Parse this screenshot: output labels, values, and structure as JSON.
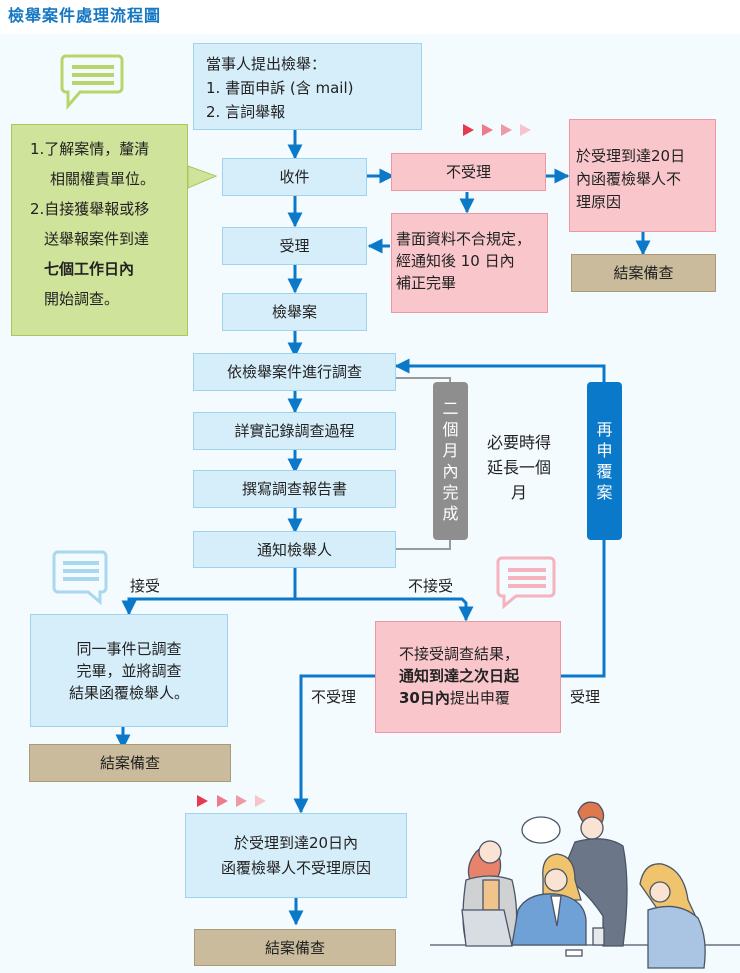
{
  "title": "檢舉案件處理流程圖",
  "colors": {
    "accent_blue": "#1678c2",
    "arrow_blue": "#0b79c9",
    "box_blue": "#d6eefa",
    "box_pink": "#f8c6cb",
    "box_tan": "#c9bb9b",
    "box_green": "#cfe39a",
    "box_gray": "#8e8e8e"
  },
  "nodes": {
    "submit": {
      "line1": "當事人提出檢舉：",
      "line2": "1. 書面申訴 (含 mail)",
      "line3": "2. 言詞舉報"
    },
    "receive": "收件",
    "accept": "受理",
    "case": "檢舉案",
    "investigate": "依檢舉案件進行調查",
    "record": "詳實記錄調查過程",
    "report": "撰寫調查報告書",
    "notify": "通知檢舉人",
    "reject": "不受理",
    "supplement": "書面資料不合規定，\n經通知後 10 日內\n補正完畢",
    "reject_reply": "於受理到達20日\n內函覆檢舉人不\n理原因",
    "close_top": "結案備查",
    "same_case": "同一事件已調查\n完畢，並將調查\n結果函覆檢舉人。",
    "close_left": "結案備查",
    "appeal": {
      "line1": "不接受調查結果，",
      "line2_bold": "通知到達之次日起",
      "line3_bold": "30日內",
      "line3_rest": "提出申覆"
    },
    "reject_reply_bottom": "於受理到達20日內\n函覆檢舉人不受理原因",
    "close_bottom": "結案備查"
  },
  "side_note": {
    "line1": "1.了解案情，釐清",
    "line2": "相關權責單位。",
    "line3": "2.自接獲舉報或移",
    "line4": "送舉報案件到達",
    "line5_bold": "七個工作日內",
    "line6": "開始調查。"
  },
  "vertical_labels": {
    "two_months": [
      "二",
      "個",
      "月",
      "內",
      "完",
      "成"
    ],
    "reappeal": [
      "再",
      "申",
      "覆",
      "案"
    ]
  },
  "labels": {
    "extend": "必要時得\n延長一個\n月",
    "accept_result": "接受",
    "not_accept_result": "不接受",
    "not_accepted": "不受理",
    "accepted": "受理"
  },
  "icons": {
    "speech_green": "speech-bubble-icon",
    "speech_blue": "speech-bubble-icon",
    "speech_pink": "speech-bubble-icon",
    "triangles": "triangle-arrows-icon",
    "illustration": "team-meeting-illustration"
  }
}
